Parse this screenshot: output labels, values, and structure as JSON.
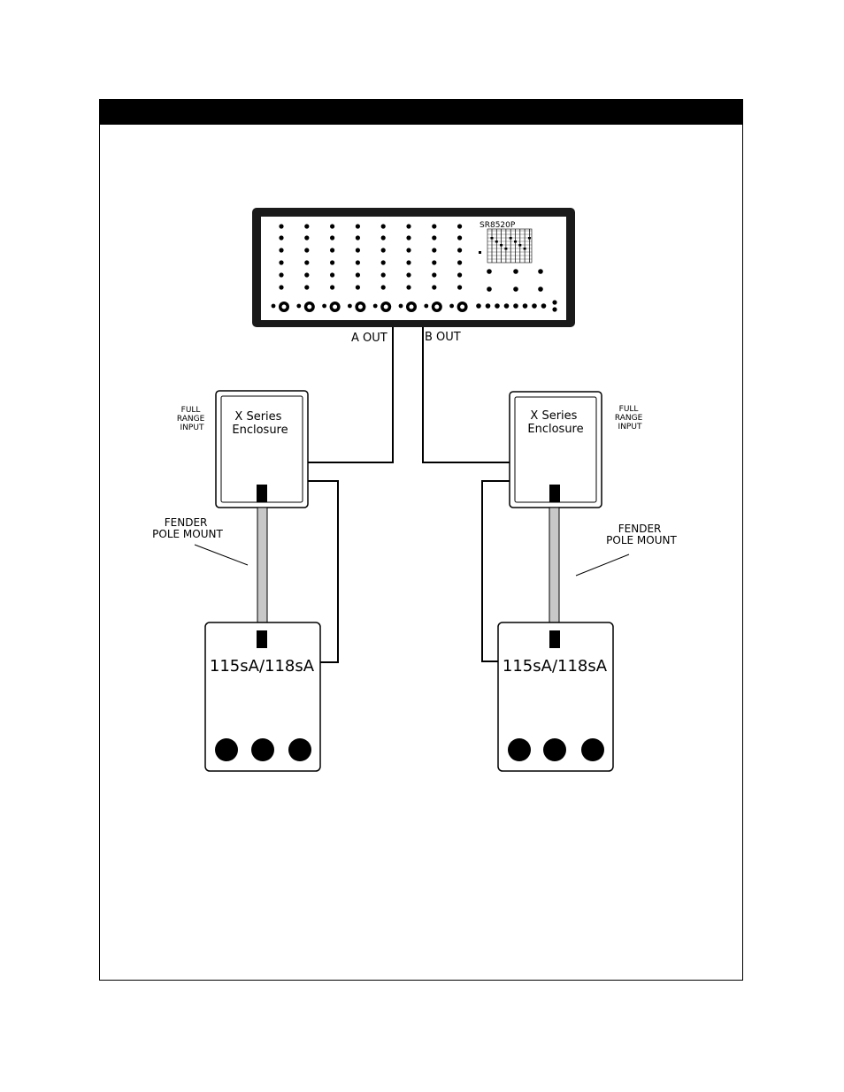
{
  "mixer": {
    "model": "SR8520P",
    "channel_count": 8,
    "a_out_label": "A OUT",
    "b_out_label": "B OUT"
  },
  "left": {
    "input_label": [
      "FULL",
      "RANGE",
      "INPUT"
    ],
    "enclosure_label": [
      "X Series",
      "Enclosure"
    ],
    "pole_label": [
      "FENDER",
      "POLE MOUNT"
    ],
    "sub_label": "115sA/118sA"
  },
  "right": {
    "input_label": [
      "FULL",
      "RANGE",
      "INPUT"
    ],
    "enclosure_label": [
      "X Series",
      "Enclosure"
    ],
    "pole_label": [
      "FENDER",
      "POLE MOUNT"
    ],
    "sub_label": "115sA/118sA"
  }
}
